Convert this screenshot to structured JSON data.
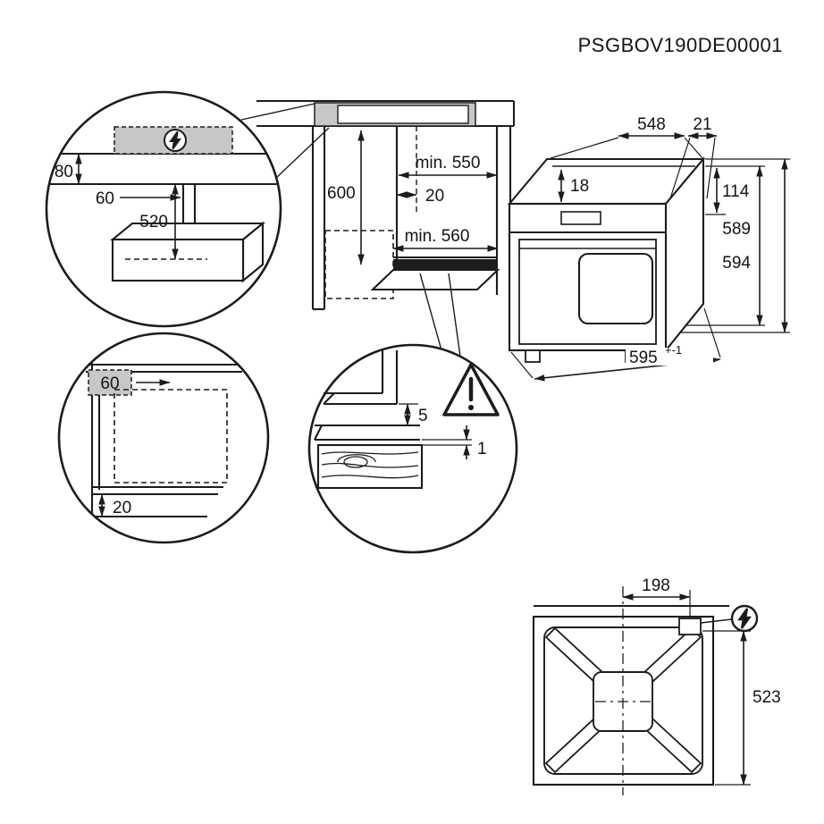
{
  "doc_code": "PSGBOV190DE00001",
  "colors": {
    "line": "#1c1c1c",
    "shade": "#c7c7c7",
    "vent_strip": "#1d1d1d"
  },
  "detail_electrical": {
    "dim_80": "80",
    "dim_60": "60",
    "dim_520": "520"
  },
  "cabinet": {
    "dim_600": "600",
    "dim_min_550": "min. 550",
    "dim_20": "20",
    "dim_min_560": "min. 560"
  },
  "oven": {
    "dim_548": "548",
    "dim_21": "21",
    "dim_18": "18",
    "dim_114": "114",
    "dim_589": "589",
    "dim_594": "594",
    "dim_595": "595",
    "dim_595_tol": "+-1"
  },
  "detail_top_view": {
    "dim_60": "60",
    "dim_20": "20"
  },
  "detail_clearance": {
    "dim_5": "5",
    "dim_1": "1"
  },
  "bottom_view": {
    "dim_198": "198",
    "dim_523": "523"
  },
  "icons": {
    "electrical_top": "lightning-bolt",
    "electrical_bottom": "lightning-bolt",
    "warning": "exclamation-triangle"
  }
}
